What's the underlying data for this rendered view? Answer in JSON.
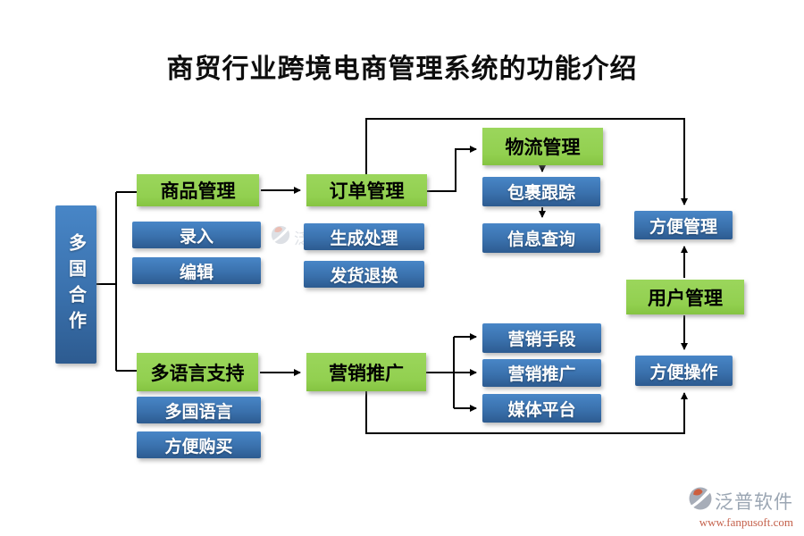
{
  "title": "商贸行业跨境电商管理系统的功能介绍",
  "boxes": {
    "root": "多国合作",
    "product_mgmt": "商品管理",
    "entry": "录入",
    "edit": "编辑",
    "order_mgmt": "订单管理",
    "gen_process": "生成处理",
    "ship_return": "发货退换",
    "logistics_mgmt": "物流管理",
    "package_track": "包裹跟踪",
    "info_query": "信息查询",
    "easy_mgmt": "方便管理",
    "user_mgmt": "用户管理",
    "easy_op": "方便操作",
    "multilang": "多语言支持",
    "multi_lang_item": "多国语言",
    "easy_buy": "方便购买",
    "marketing": "营销推广",
    "marketing_methods": "营销手段",
    "marketing_promo": "营销推广",
    "media_platform": "媒体平台"
  },
  "watermark": {
    "text": "泛普软件"
  },
  "brand": {
    "name": "泛普软件",
    "url": "www.fanpusoft.com",
    "icon": "fanpu-logo-icon"
  },
  "colors": {
    "green_box": "#92d050",
    "blue_box_top": "#4886c7",
    "blue_box_bottom": "#2d5b90",
    "line": "#000000",
    "title_text": "#0d0d0d",
    "brand_gray": "#9ba6b3",
    "brand_orange": "#c4604a"
  }
}
